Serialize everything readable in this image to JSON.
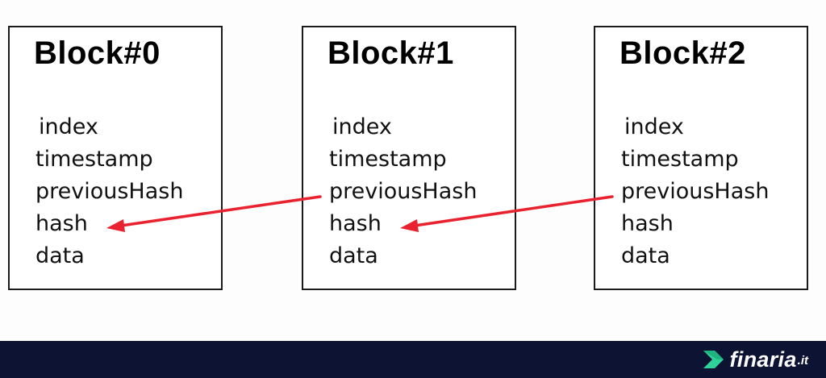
{
  "blocks": [
    {
      "title": "Block#0",
      "fields": [
        "index",
        "timestamp",
        "previousHash",
        "hash",
        "data"
      ]
    },
    {
      "title": "Block#1",
      "fields": [
        "index",
        "timestamp",
        "previousHash",
        "hash",
        "data"
      ]
    },
    {
      "title": "Block#2",
      "fields": [
        "index",
        "timestamp",
        "previousHash",
        "hash",
        "data"
      ]
    }
  ],
  "links": [
    {
      "from_block": 1,
      "from_field": "previousHash",
      "to_block": 0,
      "to_field": "hash"
    },
    {
      "from_block": 2,
      "from_field": "previousHash",
      "to_block": 1,
      "to_field": "hash"
    }
  ],
  "colors": {
    "arrow": "#e8232f",
    "footer_background": "#0d1333",
    "logo_green": "#2fd39a"
  },
  "footer": {
    "brand": "finaria",
    "brand_suffix": ".it"
  }
}
